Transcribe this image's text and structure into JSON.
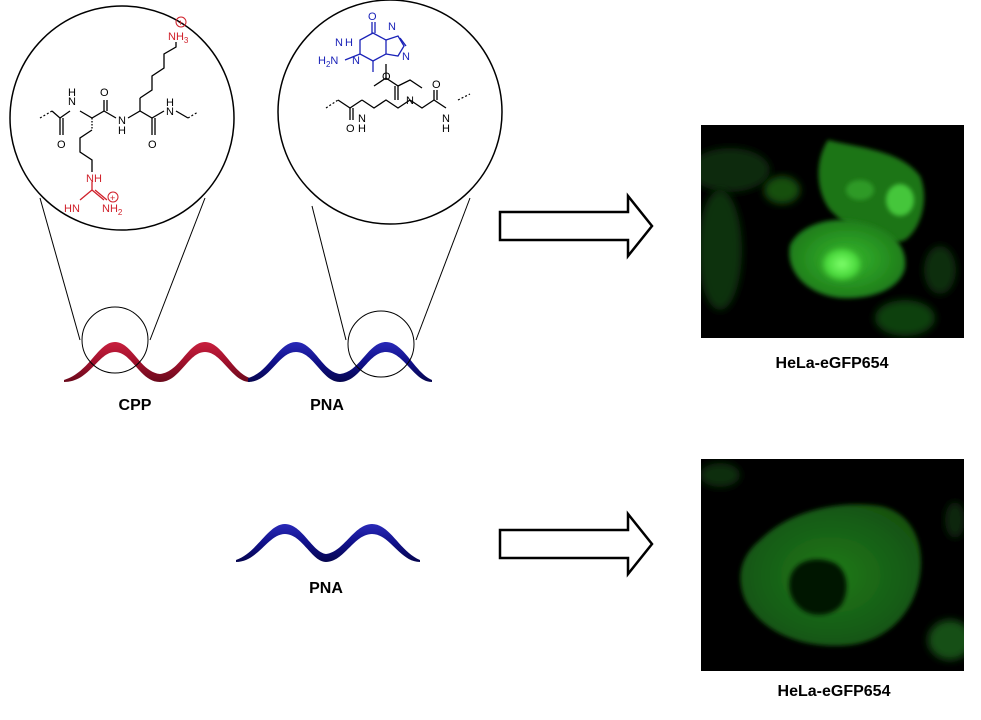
{
  "labels": {
    "cpp": "CPP",
    "pna_top": "PNA",
    "pna_bottom": "PNA",
    "cell_top": "HeLa-eGFP654",
    "cell_bottom": "HeLa-eGFP654"
  },
  "cpp_structure": {
    "atoms": [
      "N",
      "H",
      "O",
      "N",
      "H",
      "N",
      "O",
      "H",
      "NH",
      "3",
      "+",
      "NH",
      "HN",
      "NH",
      "2",
      "+"
    ]
  },
  "pna_structure": {
    "atoms": [
      "O",
      "N",
      "H",
      "N",
      "N",
      "N",
      "N",
      "H",
      "2",
      "O",
      "N",
      "N",
      "H",
      "O",
      "N",
      "H",
      "O"
    ]
  },
  "colors": {
    "cpp_ribbon": "#a0102c",
    "pna_ribbon": "#10108a",
    "cationic_groups": "#d0202a",
    "nucleobase": "#1a22b8",
    "micrograph_background": "#000000",
    "gfp_signal": "#2fbf2f"
  },
  "micrographs": [
    {
      "condition": "CPP-PNA",
      "signal": "bright"
    },
    {
      "condition": "PNA",
      "signal": "dim"
    }
  ]
}
